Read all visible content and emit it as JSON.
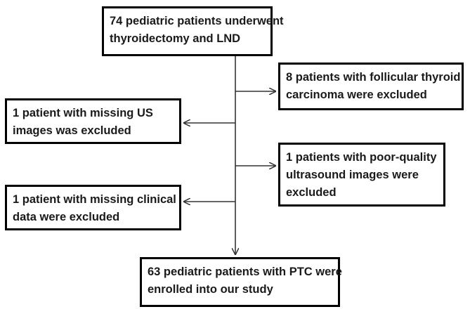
{
  "flowchart": {
    "start": {
      "lines": [
        "74 pediatric patients underwent",
        "thyroidectomy and LND"
      ]
    },
    "exclusions": [
      {
        "side": "right",
        "lines": [
          "8 patients with follicular thyroid",
          "carcinoma were excluded"
        ]
      },
      {
        "side": "left",
        "lines": [
          "1 patient with missing US",
          "images was excluded"
        ]
      },
      {
        "side": "right",
        "lines": [
          "1 patients with poor-quality",
          "ultrasound images were",
          "excluded"
        ]
      },
      {
        "side": "left",
        "lines": [
          "1 patient with missing clinical",
          "data were excluded"
        ]
      }
    ],
    "end": {
      "lines": [
        "63 pediatric patients with PTC were",
        "enrolled into our study"
      ]
    }
  },
  "colors": {
    "border": "#000000",
    "line": "#333333",
    "text": "#1a1a1a"
  }
}
